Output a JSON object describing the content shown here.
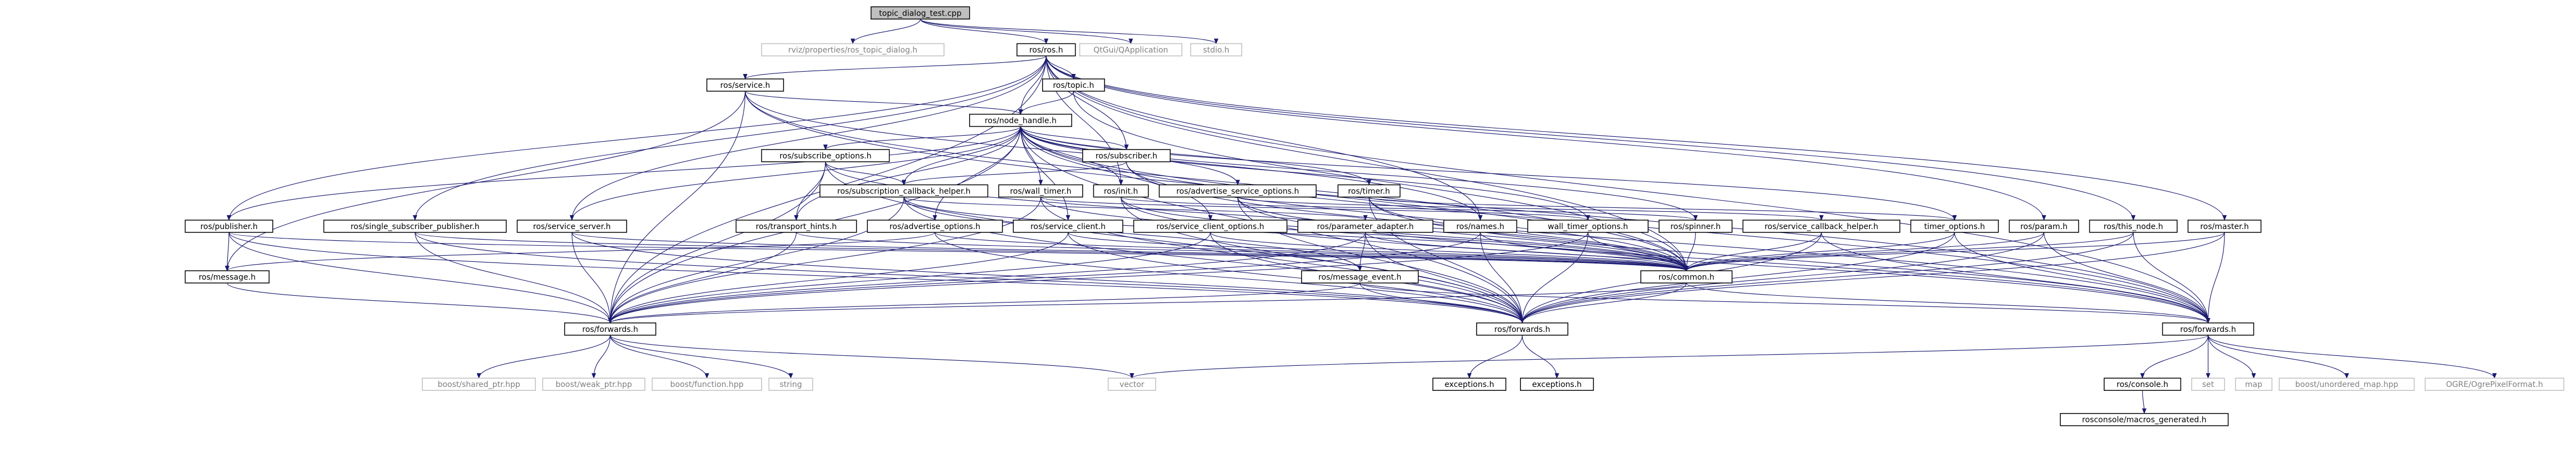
{
  "diagram": {
    "type": "include-dependency-graph",
    "title": "topic_dialog_test.cpp",
    "colors": {
      "edge": "#191970",
      "box_border": "#000000",
      "external_border": "#bfbfbf",
      "external_text": "#7f7f7f",
      "root_fill": "#bfbfbf"
    },
    "nodes": [
      {
        "id": "root",
        "label": "topic_dialog_test.cpp",
        "kind": "root"
      },
      {
        "id": "rviz_prop",
        "label": "rviz/properties/ros_topic_dialog.h",
        "kind": "ext"
      },
      {
        "id": "ros_ros",
        "label": "ros/ros.h",
        "kind": "box"
      },
      {
        "id": "qtgui",
        "label": "QtGui/QApplication",
        "kind": "ext"
      },
      {
        "id": "stdio",
        "label": "stdio.h",
        "kind": "ext"
      },
      {
        "id": "ros_service",
        "label": "ros/service.h",
        "kind": "box"
      },
      {
        "id": "ros_topic",
        "label": "ros/topic.h",
        "kind": "box"
      },
      {
        "id": "ros_node_handle",
        "label": "ros/node_handle.h",
        "kind": "box"
      },
      {
        "id": "ros_subscribe_options",
        "label": "ros/subscribe_options.h",
        "kind": "box"
      },
      {
        "id": "ros_subscriber",
        "label": "ros/subscriber.h",
        "kind": "box"
      },
      {
        "id": "ros_sub_cb_helper",
        "label": "ros/subscription_callback_helper.h",
        "kind": "box"
      },
      {
        "id": "ros_wall_timer",
        "label": "ros/wall_timer.h",
        "kind": "box"
      },
      {
        "id": "ros_init",
        "label": "ros/init.h",
        "kind": "box"
      },
      {
        "id": "ros_adv_srv_opts",
        "label": "ros/advertise_service_options.h",
        "kind": "box"
      },
      {
        "id": "ros_timer",
        "label": "ros/timer.h",
        "kind": "box"
      },
      {
        "id": "ros_publisher",
        "label": "ros/publisher.h",
        "kind": "box"
      },
      {
        "id": "ros_single_sub_pub",
        "label": "ros/single_subscriber_publisher.h",
        "kind": "box"
      },
      {
        "id": "ros_service_server",
        "label": "ros/service_server.h",
        "kind": "box"
      },
      {
        "id": "ros_transport_hints",
        "label": "ros/transport_hints.h",
        "kind": "box"
      },
      {
        "id": "ros_advertise_options",
        "label": "ros/advertise_options.h",
        "kind": "box"
      },
      {
        "id": "ros_service_client",
        "label": "ros/service_client.h",
        "kind": "box"
      },
      {
        "id": "ros_srv_client_opts",
        "label": "ros/service_client_options.h",
        "kind": "box"
      },
      {
        "id": "ros_param_adapter",
        "label": "ros/parameter_adapter.h",
        "kind": "box"
      },
      {
        "id": "ros_names",
        "label": "ros/names.h",
        "kind": "box"
      },
      {
        "id": "ros_wall_timer_opts",
        "label": "wall_timer_options.h",
        "kind": "box"
      },
      {
        "id": "ros_spinner",
        "label": "ros/spinner.h",
        "kind": "box"
      },
      {
        "id": "ros_srv_cb_helper",
        "label": "ros/service_callback_helper.h",
        "kind": "box"
      },
      {
        "id": "ros_timer_opts",
        "label": "timer_options.h",
        "kind": "box"
      },
      {
        "id": "ros_param",
        "label": "ros/param.h",
        "kind": "box"
      },
      {
        "id": "ros_this_node",
        "label": "ros/this_node.h",
        "kind": "box"
      },
      {
        "id": "ros_master",
        "label": "ros/master.h",
        "kind": "box"
      },
      {
        "id": "ros_message",
        "label": "ros/message.h",
        "kind": "box"
      },
      {
        "id": "ros_message_event",
        "label": "ros/message_event.h",
        "kind": "box"
      },
      {
        "id": "ros_common",
        "label": "ros/common.h",
        "kind": "box"
      },
      {
        "id": "ros_forwards_a",
        "label": "ros/forwards.h",
        "kind": "box"
      },
      {
        "id": "ros_forwards_b",
        "label": "ros/forwards.h",
        "kind": "box"
      },
      {
        "id": "ros_forwards_c",
        "label": "ros/forwards.h",
        "kind": "box"
      },
      {
        "id": "boost_shared",
        "label": "boost/shared_ptr.hpp",
        "kind": "ext"
      },
      {
        "id": "boost_weak",
        "label": "boost/weak_ptr.hpp",
        "kind": "ext"
      },
      {
        "id": "boost_function",
        "label": "boost/function.hpp",
        "kind": "ext"
      },
      {
        "id": "string",
        "label": "string",
        "kind": "ext"
      },
      {
        "id": "vector",
        "label": "vector",
        "kind": "ext"
      },
      {
        "id": "exceptions_a",
        "label": "exceptions.h",
        "kind": "box"
      },
      {
        "id": "exceptions_b",
        "label": "exceptions.h",
        "kind": "box"
      },
      {
        "id": "ros_console",
        "label": "ros/console.h",
        "kind": "box"
      },
      {
        "id": "set",
        "label": "set",
        "kind": "ext"
      },
      {
        "id": "map",
        "label": "map",
        "kind": "ext"
      },
      {
        "id": "boost_unordered",
        "label": "boost/unordered_map.hpp",
        "kind": "ext"
      },
      {
        "id": "ogre",
        "label": "OGRE/OgrePixelFormat.h",
        "kind": "ext"
      },
      {
        "id": "rosconsole_macros",
        "label": "rosconsole/macros_generated.h",
        "kind": "box"
      }
    ],
    "edges": [
      [
        "root",
        "rviz_prop"
      ],
      [
        "root",
        "ros_ros"
      ],
      [
        "root",
        "qtgui"
      ],
      [
        "root",
        "stdio"
      ],
      [
        "ros_ros",
        "ros_service"
      ],
      [
        "ros_ros",
        "ros_topic"
      ],
      [
        "ros_ros",
        "ros_node_handle"
      ],
      [
        "ros_ros",
        "ros_subscriber"
      ],
      [
        "ros_ros",
        "ros_init"
      ],
      [
        "ros_ros",
        "ros_names"
      ],
      [
        "ros_ros",
        "ros_param"
      ],
      [
        "ros_ros",
        "ros_this_node"
      ],
      [
        "ros_ros",
        "ros_master"
      ],
      [
        "ros_ros",
        "ros_publisher"
      ],
      [
        "ros_ros",
        "ros_single_sub_pub"
      ],
      [
        "ros_ros",
        "ros_service_server"
      ],
      [
        "ros_ros",
        "ros_common"
      ],
      [
        "ros_ros",
        "ros_forwards_a"
      ],
      [
        "ros_ros",
        "ros_forwards_c"
      ],
      [
        "ros_service",
        "ros_node_handle"
      ],
      [
        "ros_service",
        "ros_names"
      ],
      [
        "ros_service",
        "ros_common"
      ],
      [
        "ros_service",
        "ros_message"
      ],
      [
        "ros_service",
        "ros_forwards_a"
      ],
      [
        "ros_service",
        "ros_forwards_c"
      ],
      [
        "ros_topic",
        "ros_node_handle"
      ],
      [
        "ros_topic",
        "ros_common"
      ],
      [
        "ros_node_handle",
        "ros_subscribe_options"
      ],
      [
        "ros_node_handle",
        "ros_subscriber"
      ],
      [
        "ros_node_handle",
        "ros_sub_cb_helper"
      ],
      [
        "ros_node_handle",
        "ros_wall_timer"
      ],
      [
        "ros_node_handle",
        "ros_init"
      ],
      [
        "ros_node_handle",
        "ros_adv_srv_opts"
      ],
      [
        "ros_node_handle",
        "ros_timer"
      ],
      [
        "ros_node_handle",
        "ros_publisher"
      ],
      [
        "ros_node_handle",
        "ros_service_server"
      ],
      [
        "ros_node_handle",
        "ros_transport_hints"
      ],
      [
        "ros_node_handle",
        "ros_advertise_options"
      ],
      [
        "ros_node_handle",
        "ros_service_client"
      ],
      [
        "ros_node_handle",
        "ros_srv_client_opts"
      ],
      [
        "ros_node_handle",
        "ros_wall_timer_opts"
      ],
      [
        "ros_node_handle",
        "ros_spinner"
      ],
      [
        "ros_node_handle",
        "ros_timer_opts"
      ],
      [
        "ros_node_handle",
        "ros_common"
      ],
      [
        "ros_node_handle",
        "ros_forwards_a"
      ],
      [
        "ros_node_handle",
        "ros_forwards_b"
      ],
      [
        "ros_node_handle",
        "ros_forwards_c"
      ],
      [
        "ros_subscribe_options",
        "ros_sub_cb_helper"
      ],
      [
        "ros_subscribe_options",
        "ros_transport_hints"
      ],
      [
        "ros_subscribe_options",
        "ros_common"
      ],
      [
        "ros_subscribe_options",
        "ros_forwards_a"
      ],
      [
        "ros_subscribe_options",
        "ros_forwards_b"
      ],
      [
        "ros_subscriber",
        "ros_sub_cb_helper"
      ],
      [
        "ros_subscriber",
        "ros_common"
      ],
      [
        "ros_subscriber",
        "ros_forwards_c"
      ],
      [
        "ros_sub_cb_helper",
        "ros_param_adapter"
      ],
      [
        "ros_sub_cb_helper",
        "ros_message_event"
      ],
      [
        "ros_sub_cb_helper",
        "ros_common"
      ],
      [
        "ros_sub_cb_helper",
        "ros_forwards_a"
      ],
      [
        "ros_sub_cb_helper",
        "ros_forwards_b"
      ],
      [
        "ros_wall_timer",
        "ros_wall_timer_opts"
      ],
      [
        "ros_wall_timer",
        "ros_common"
      ],
      [
        "ros_wall_timer",
        "ros_forwards_a"
      ],
      [
        "ros_wall_timer",
        "ros_forwards_b"
      ],
      [
        "ros_init",
        "ros_spinner"
      ],
      [
        "ros_init",
        "ros_common"
      ],
      [
        "ros_init",
        "ros_forwards_b"
      ],
      [
        "ros_init",
        "ros_forwards_c"
      ],
      [
        "ros_adv_srv_opts",
        "ros_srv_cb_helper"
      ],
      [
        "ros_adv_srv_opts",
        "ros_common"
      ],
      [
        "ros_adv_srv_opts",
        "ros_forwards_b"
      ],
      [
        "ros_adv_srv_opts",
        "ros_forwards_c"
      ],
      [
        "ros_timer",
        "ros_timer_opts"
      ],
      [
        "ros_timer",
        "ros_common"
      ],
      [
        "ros_timer",
        "ros_forwards_b"
      ],
      [
        "ros_timer",
        "ros_forwards_c"
      ],
      [
        "ros_publisher",
        "ros_message"
      ],
      [
        "ros_publisher",
        "ros_common"
      ],
      [
        "ros_publisher",
        "ros_forwards_a"
      ],
      [
        "ros_publisher",
        "ros_forwards_b"
      ],
      [
        "ros_single_sub_pub",
        "ros_common"
      ],
      [
        "ros_single_sub_pub",
        "ros_forwards_a"
      ],
      [
        "ros_single_sub_pub",
        "ros_forwards_b"
      ],
      [
        "ros_service_server",
        "ros_common"
      ],
      [
        "ros_service_server",
        "ros_forwards_a"
      ],
      [
        "ros_service_server",
        "ros_forwards_b"
      ],
      [
        "ros_transport_hints",
        "ros_common"
      ],
      [
        "ros_transport_hints",
        "ros_forwards_a"
      ],
      [
        "ros_advertise_options",
        "ros_message"
      ],
      [
        "ros_advertise_options",
        "ros_common"
      ],
      [
        "ros_advertise_options",
        "ros_forwards_b"
      ],
      [
        "ros_service_client",
        "ros_common"
      ],
      [
        "ros_service_client",
        "ros_forwards_a"
      ],
      [
        "ros_service_client",
        "ros_forwards_b"
      ],
      [
        "ros_srv_client_opts",
        "ros_common"
      ],
      [
        "ros_srv_client_opts",
        "ros_forwards_a"
      ],
      [
        "ros_srv_client_opts",
        "ros_forwards_b"
      ],
      [
        "ros_param_adapter",
        "ros_message_event"
      ],
      [
        "ros_param_adapter",
        "ros_common"
      ],
      [
        "ros_param_adapter",
        "ros_forwards_a"
      ],
      [
        "ros_param_adapter",
        "ros_forwards_b"
      ],
      [
        "ros_names",
        "ros_common"
      ],
      [
        "ros_names",
        "ros_forwards_a"
      ],
      [
        "ros_names",
        "ros_forwards_b"
      ],
      [
        "ros_wall_timer_opts",
        "ros_common"
      ],
      [
        "ros_wall_timer_opts",
        "ros_forwards_a"
      ],
      [
        "ros_wall_timer_opts",
        "ros_forwards_b"
      ],
      [
        "ros_spinner",
        "ros_common"
      ],
      [
        "ros_srv_cb_helper",
        "ros_common"
      ],
      [
        "ros_srv_cb_helper",
        "ros_forwards_b"
      ],
      [
        "ros_srv_cb_helper",
        "ros_forwards_c"
      ],
      [
        "ros_timer_opts",
        "ros_common"
      ],
      [
        "ros_timer_opts",
        "ros_forwards_b"
      ],
      [
        "ros_timer_opts",
        "ros_forwards_c"
      ],
      [
        "ros_param",
        "ros_common"
      ],
      [
        "ros_param",
        "ros_forwards_b"
      ],
      [
        "ros_param",
        "ros_forwards_c"
      ],
      [
        "ros_this_node",
        "ros_common"
      ],
      [
        "ros_this_node",
        "ros_forwards_b"
      ],
      [
        "ros_this_node",
        "ros_forwards_c"
      ],
      [
        "ros_master",
        "ros_common"
      ],
      [
        "ros_master",
        "ros_forwards_b"
      ],
      [
        "ros_master",
        "ros_forwards_c"
      ],
      [
        "ros_message_event",
        "ros_forwards_a"
      ],
      [
        "ros_message_event",
        "ros_forwards_b"
      ],
      [
        "ros_message_event",
        "ros_forwards_c"
      ],
      [
        "ros_message",
        "ros_forwards_a"
      ],
      [
        "ros_common",
        "ros_forwards_a"
      ],
      [
        "ros_common",
        "ros_forwards_b"
      ],
      [
        "ros_common",
        "ros_forwards_c"
      ],
      [
        "ros_forwards_a",
        "boost_shared"
      ],
      [
        "ros_forwards_a",
        "boost_weak"
      ],
      [
        "ros_forwards_a",
        "boost_function"
      ],
      [
        "ros_forwards_a",
        "string"
      ],
      [
        "ros_forwards_a",
        "vector"
      ],
      [
        "ros_forwards_b",
        "exceptions_a"
      ],
      [
        "ros_forwards_b",
        "exceptions_b"
      ],
      [
        "ros_forwards_c",
        "vector"
      ],
      [
        "ros_forwards_c",
        "ros_console"
      ],
      [
        "ros_forwards_c",
        "set"
      ],
      [
        "ros_forwards_c",
        "map"
      ],
      [
        "ros_forwards_c",
        "boost_unordered"
      ],
      [
        "ros_forwards_c",
        "ogre"
      ],
      [
        "ros_console",
        "rosconsole_macros"
      ]
    ]
  }
}
